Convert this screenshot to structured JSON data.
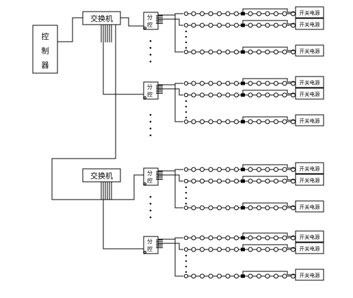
{
  "controller": {
    "chars": [
      "控",
      "制",
      "器"
    ]
  },
  "switches": [
    {
      "label": "交换机"
    },
    {
      "label": "交换机"
    }
  ],
  "sub_controllers": [
    {
      "chars": [
        "分",
        "控"
      ]
    },
    {
      "chars": [
        "分",
        "控"
      ]
    },
    {
      "chars": [
        "分",
        "控"
      ]
    },
    {
      "chars": [
        "分",
        "控"
      ]
    }
  ],
  "power_supply_label": "开关电源",
  "strings_per_group": 3,
  "nodes_per_string": 12
}
